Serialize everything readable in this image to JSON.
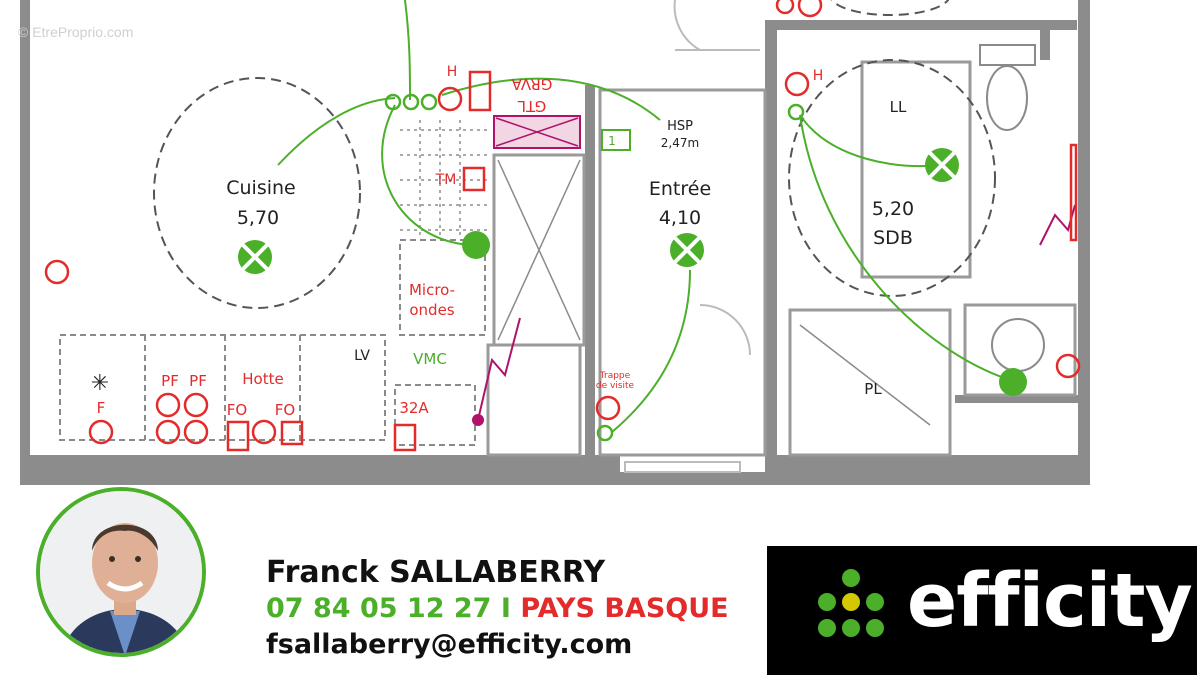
{
  "watermark": "© EtreProprio.com",
  "plan": {
    "rooms": {
      "kitchen": {
        "name": "Cuisine",
        "area": "5,70"
      },
      "entry": {
        "name": "Entrée",
        "area": "4,10"
      },
      "bathroom": {
        "name": "SDB",
        "area": "5,20"
      }
    },
    "labels": {
      "hsp_title": "HSP",
      "hsp_value": "2,47m",
      "gtl": "GTL",
      "grva": "GRVA",
      "microwave_1": "Micro-",
      "microwave_2": "ondes",
      "vmc": "VMC",
      "breaker": "32A",
      "hood": "Hotte",
      "pf_1": "PF",
      "pf_2": "PF",
      "fridge": "F",
      "fo_1": "FO",
      "fo_2": "FO",
      "lv": "LV",
      "tm": "TM",
      "h_1": "H",
      "h_2": "H",
      "ll": "LL",
      "pl": "PL",
      "trapdoor_1": "Trappe",
      "trapdoor_2": "de visite",
      "box_number": "1"
    }
  },
  "contact": {
    "name": "Franck  SALLABERRY",
    "phone": "07 84 05 12 27",
    "separator": " I ",
    "region": "PAYS BASQUE",
    "email": "fsallaberry@efficity.com"
  },
  "logo": {
    "text": "efficity"
  },
  "colors": {
    "green": "#4caf2a",
    "red": "#e32b2b",
    "wall": "#8a8a8a",
    "magenta": "#b0126b",
    "yellow": "#d4c800"
  }
}
